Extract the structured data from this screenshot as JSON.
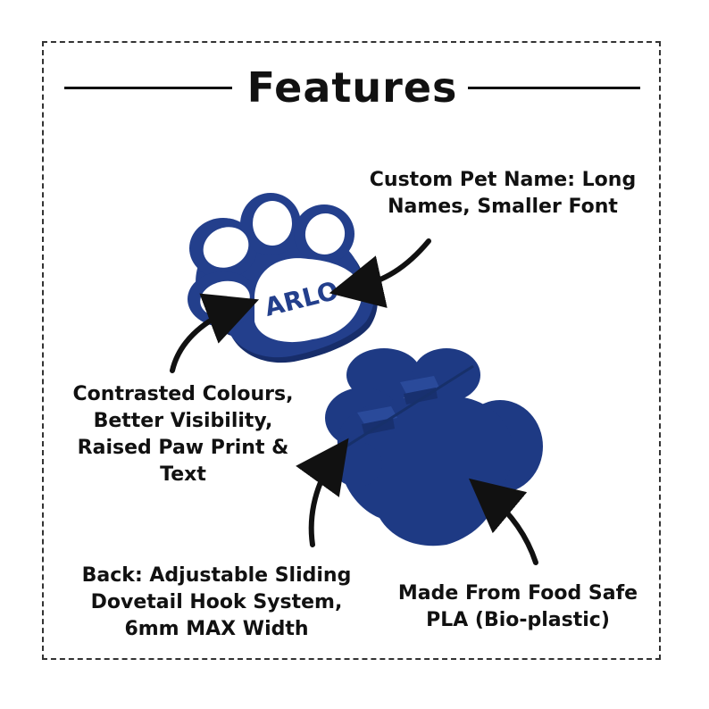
{
  "title": "Features",
  "tag_name": "ARLO",
  "colors": {
    "tag_blue": "#233f8c",
    "tag_dark": "#172d6a",
    "pad_white": "#ffffff",
    "text": "#111111"
  },
  "captions": {
    "custom": [
      "Custom Pet Name: Long",
      "Names, Smaller Font"
    ],
    "contrast": [
      "Contrasted Colours,",
      "Better Visibility,",
      "Raised Paw Print &",
      "Text"
    ],
    "back": [
      "Back: Adjustable Sliding",
      "Dovetail Hook System,",
      "6mm MAX Width"
    ],
    "made": [
      "Made From Food Safe",
      "PLA (Bio-plastic)"
    ]
  }
}
